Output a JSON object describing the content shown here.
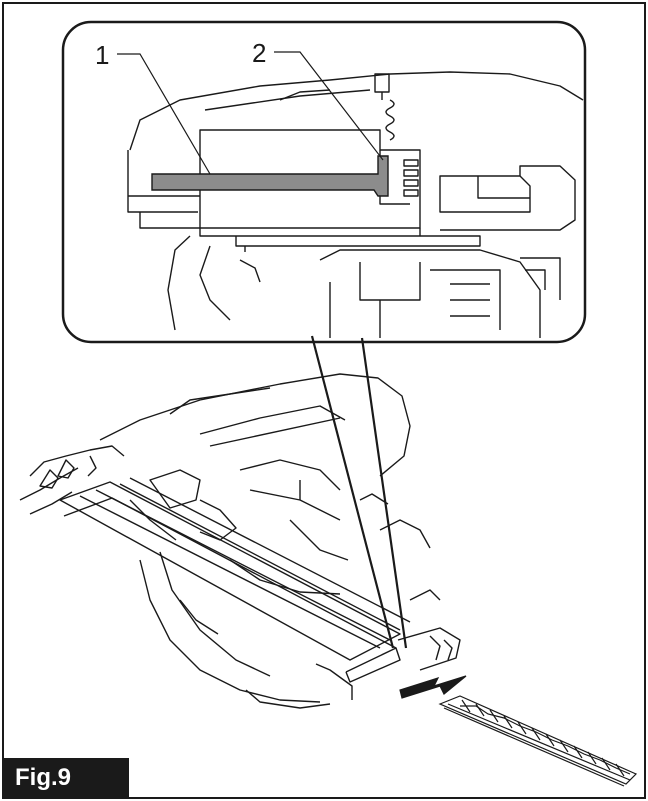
{
  "figure": {
    "label": "Fig.9",
    "callouts": [
      "1",
      "2"
    ]
  },
  "colors": {
    "line": "#1a1a1a",
    "highlight": "#8c8c8c",
    "frame": "#1a1a1a"
  }
}
